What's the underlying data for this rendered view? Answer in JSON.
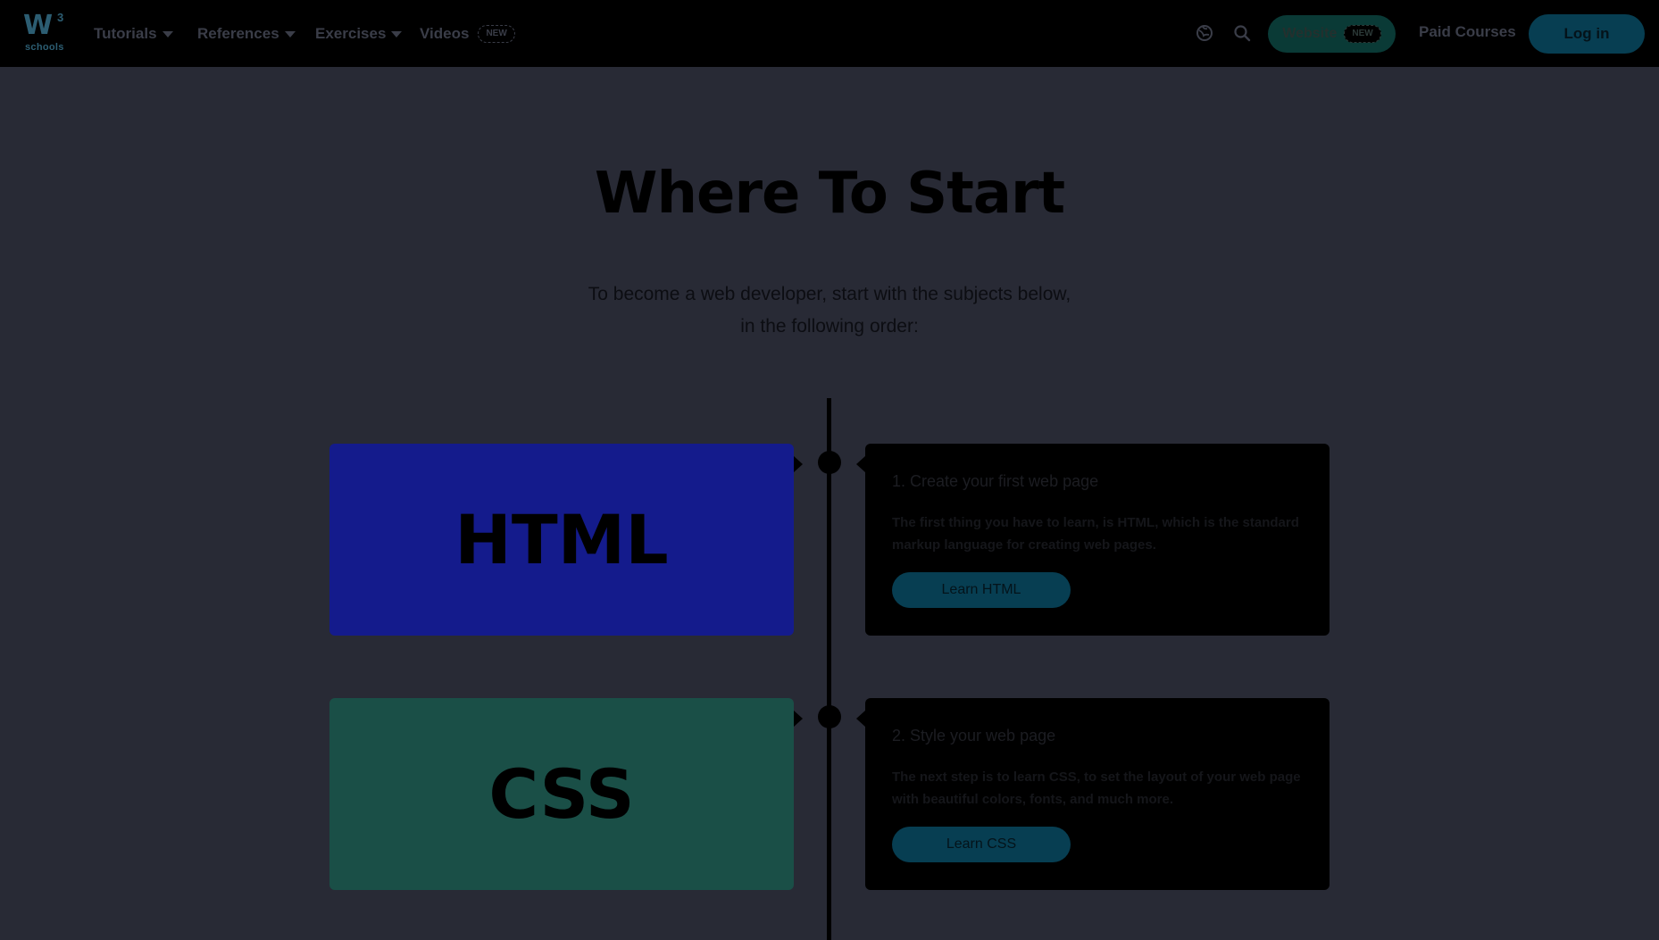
{
  "nav": {
    "logo_mark": "W",
    "logo_sup": "3",
    "logo_text": "schools",
    "items": [
      {
        "label": "Tutorials"
      },
      {
        "label": "References"
      },
      {
        "label": "Exercises"
      },
      {
        "label": "Videos",
        "badge": "NEW"
      }
    ],
    "website_label": "Website",
    "website_badge": "NEW",
    "paid_courses": "Paid Courses",
    "login": "Log in",
    "icons": [
      "globe-icon",
      "search-icon"
    ]
  },
  "hero": {
    "title": "Where To Start",
    "subtitle_line1": "To become a web developer, start with the subjects below,",
    "subtitle_line2": "in the following order:"
  },
  "steps": [
    {
      "subject": "HTML",
      "color": "#141b8c",
      "title": "1. Create your first web page",
      "text": "The first thing you have to learn, is HTML, which is the standard markup language for creating web pages.",
      "button": "Learn HTML"
    },
    {
      "subject": "CSS",
      "color": "#1a4f47",
      "title": "2. Style your web page",
      "text": "The next step is to learn CSS, to set the layout of your web page with beautiful colors, fonts, and much more.",
      "button": "Learn CSS"
    }
  ],
  "colors": {
    "page_bg": "#282a35",
    "nav_bg": "#000000",
    "accent": "#073e52"
  }
}
